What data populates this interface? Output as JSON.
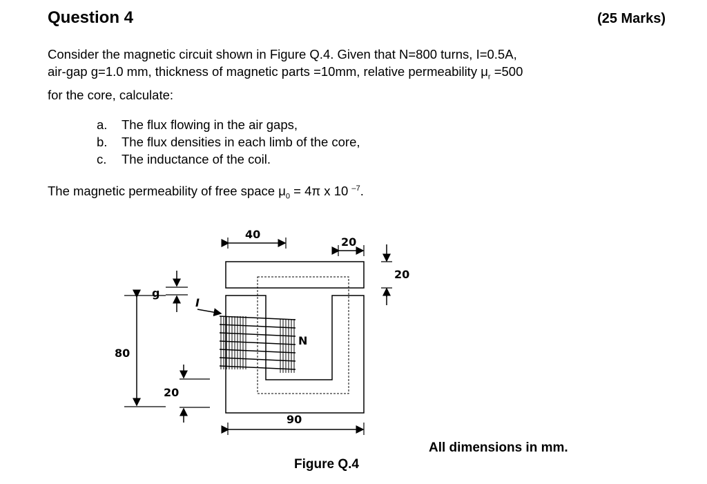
{
  "question": {
    "title": "Question 4",
    "marks": "(25 Marks)"
  },
  "intro": {
    "line1": "Consider the magnetic circuit shown in Figure Q.4. Given that N=800 turns, I=0.5A,",
    "line2_pre": "air-gap g=1.0 mm, thickness of magnetic parts =10mm, relative permeability μ",
    "line2_sub": "r",
    "line2_post": " =500",
    "line3": "for the core, calculate:"
  },
  "tasks": [
    {
      "letter": "a.",
      "text": "The flux flowing in the air gaps,"
    },
    {
      "letter": "b.",
      "text": "The flux densities in each limb of the core,"
    },
    {
      "letter": "c.",
      "text": "The inductance of the coil."
    }
  ],
  "permeability": {
    "pre": "The magnetic permeability of free space μ",
    "sub": "0",
    "mid": " = 4π x 10 ",
    "sup": "–7",
    "post": "."
  },
  "figure": {
    "dim_top": "40",
    "dim_gap_width": "20",
    "dim_right": "20",
    "dim_left": "80",
    "dim_bottom_limb": "20",
    "dim_width": "90",
    "gap_label": "g",
    "current_label": "I",
    "turns_label": "N",
    "caption": "Figure Q.4",
    "note": "All dimensions in mm."
  }
}
